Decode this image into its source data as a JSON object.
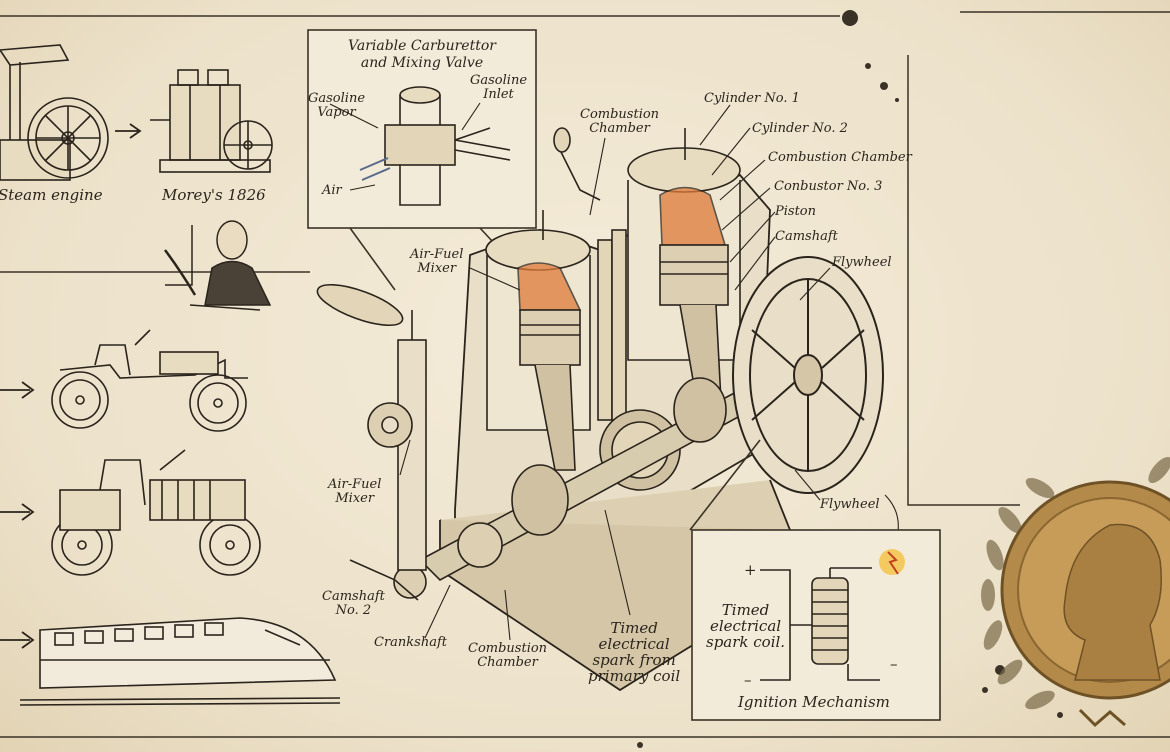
{
  "history": {
    "steam_engine": "Steam engine",
    "moreys_engine": "Morey's 1826"
  },
  "carburettor": {
    "title_line1": "Variable Carburettor",
    "title_line2": "and Mixing Valve",
    "gasoline_vapor": "Gasoline\nVapor",
    "gasoline_inlet": "Gasoline\nInlet",
    "air": "Air"
  },
  "engine_labels": {
    "combustion_chamber_top": "Combustion\nChamber",
    "cylinder_1": "Cylinder No. 1",
    "cylinder_2": "Cylinder No. 2",
    "combustion_chamber_right": "Combustion Chamber",
    "conbustor_3": "Conbustor No. 3",
    "piston": "Piston",
    "camshaft": "Camshaft",
    "flywheel_top": "Flywheel",
    "air_fuel_mixer_top": "Air-Fuel\nMixer",
    "air_fuel_mixer_left": "Air-Fuel\nMixer",
    "camshaft_no2": "Camshaft\nNo. 2",
    "crankshaft": "Crankshaft",
    "combustion_chamber_bottom": "Combustion\nChamber",
    "timed_spark": "Timed\nelectrical\nspark from\nprimary coil",
    "flywheel_bottom": "Flywheel"
  },
  "ignition": {
    "coil_label": "Timed\nelectrical\nspark coil.",
    "title": "Ignition Mechanism",
    "plus": "+",
    "minus_left": "–",
    "minus_right": "–"
  },
  "colors": {
    "paper": "#efe6d2",
    "ink": "#2a241c",
    "flame": "#e07a3a",
    "medal_gold": "#b48a4a",
    "laurel": "#7a6a48"
  }
}
